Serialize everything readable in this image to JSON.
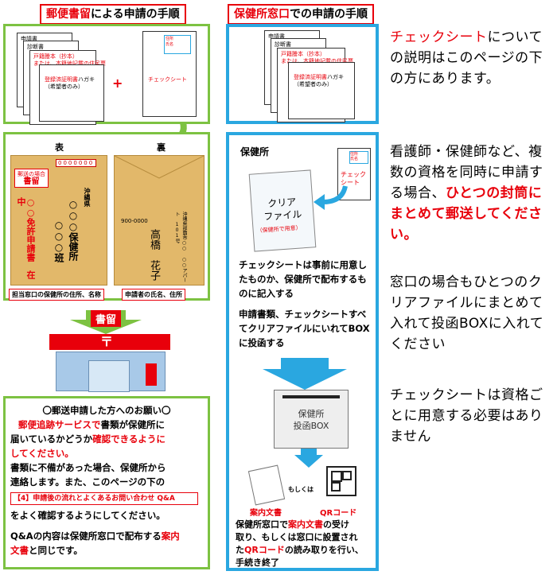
{
  "headers": {
    "left_red": "郵便書留",
    "left_rest": "による申請の手順",
    "right_red": "保健所窓口",
    "right_rest": "での申請の手順"
  },
  "docs": {
    "app": "申請書",
    "diag": "診断書",
    "koseki": "戸籍謄本（抄本）",
    "koseki2": "または、本籍地記載の住民票",
    "hagaki_red": "登録済証明書",
    "hagaki_black": "ハガキ",
    "hagaki2": "（希望者のみ）",
    "plus": "+",
    "check": "チェックシート",
    "jusho": "住所",
    "shimei": "氏名"
  },
  "envelope": {
    "front": "表",
    "back": "裏",
    "zip": "0000000",
    "yuso_label": "郵送の場合",
    "kakitome": "書留",
    "menkyo": "○○免許申請書　在中",
    "okinawa": "沖縄県",
    "hokenjo": "○○○保健所",
    "han": "○○○班",
    "back_zip": "900-0000",
    "back_addr": "沖縄県那覇市○○ ○○アパート 101号",
    "back_name": "高橋　花子",
    "callout_left": "担当窓口の保健所の住所、名称",
    "callout_right": "申請者の氏名、住所"
  },
  "post": {
    "kakitome": "書留",
    "mark": "〒"
  },
  "notice": {
    "title": "〇郵送申請した方へのお願い〇",
    "l1_red": "郵便追跡サービスで",
    "l1": "書類が保健所に",
    "l2": "届いているかどうか",
    "l2_red": "確認できるように",
    "l3_red": "してください。",
    "l4": "書類に不備があった場合、保健所から",
    "l5": "連絡します。また、このページの下の",
    "qa_box": "【4】申請後の流れとよくあるお問い合わせ Q&A",
    "l6": "をよく確認するようにしてください。",
    "l7": "Q&Aの内容は保健所窓口で配布する",
    "l7_red": "案内",
    "l8_red": "文書",
    "l8": "と同じです。"
  },
  "window": {
    "hokenjo": "保健所",
    "clear_file": "クリア\nファイル",
    "clear_note": "（保健所で用意）",
    "check1": "チェック",
    "check2": "シート",
    "p1": "チェックシートは事前に用意したものか、保健所で配布するものに記入する",
    "p2": "申請書類、チェックシートすべてクリアファイルにいれてBOXに投函する",
    "box": "保健所\n投函BOX",
    "moshikuwa": "もしくは",
    "annai": "案内文書",
    "qr": "QRコード",
    "f1": "保健所窓口で",
    "f1_red": "案内文書",
    "f1b": "の受け",
    "f2": "取り、もしくは窓口に設置され",
    "f3": "た",
    "f3_red": "QRコード",
    "f3b": "の読み取りを行い、",
    "f4": "手続き終了"
  },
  "side": {
    "s1_red": "チェックシート",
    "s1": "についての説明はこのページの下の方にあります。",
    "s2": "看護師・保健師など、複数の資格を同時に申請する場合、",
    "s2_red": "ひとつの封筒にまとめて郵送してください。",
    "s3": "窓口の場合もひとつのクリアファイルにまとめて入れて投函BOXに入れてください",
    "s4": "チェックシートは資格ごとに用意する必要はありません"
  },
  "colors": {
    "red": "#e8000b",
    "green": "#7dc242",
    "blue": "#2aa7e0",
    "envelope": "#e2b86a"
  }
}
